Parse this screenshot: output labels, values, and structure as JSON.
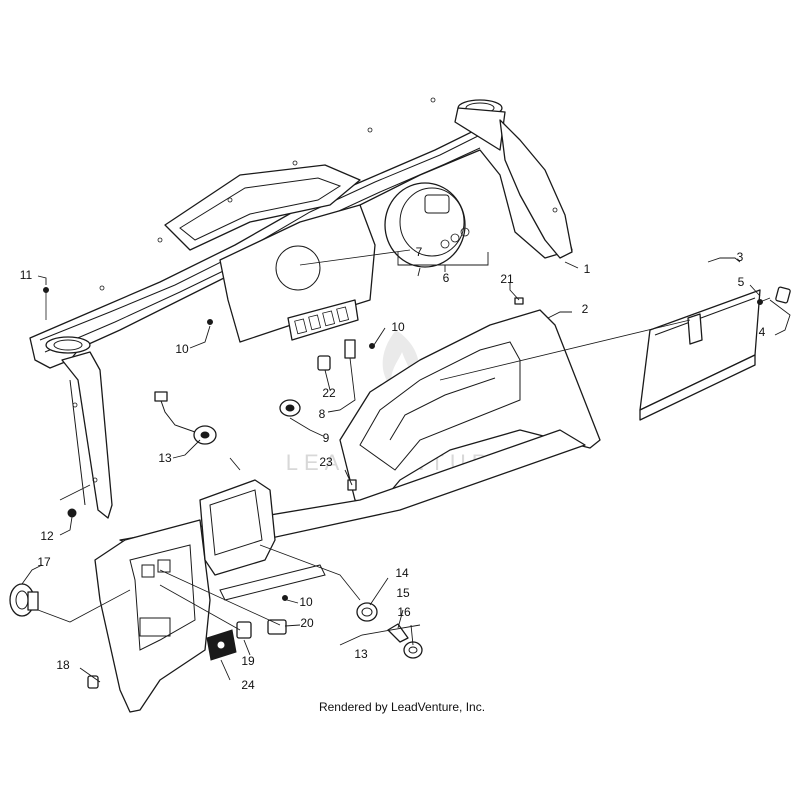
{
  "watermark": "LEADVENTURE",
  "credit": "Rendered by LeadVenture, Inc.",
  "callouts": [
    {
      "id": "1",
      "label": "1"
    },
    {
      "id": "2",
      "label": "2"
    },
    {
      "id": "3",
      "label": "3"
    },
    {
      "id": "4",
      "label": "4"
    },
    {
      "id": "5",
      "label": "5"
    },
    {
      "id": "6",
      "label": "6"
    },
    {
      "id": "7",
      "label": "7"
    },
    {
      "id": "8",
      "label": "8"
    },
    {
      "id": "9",
      "label": "9"
    },
    {
      "id": "10a",
      "label": "10"
    },
    {
      "id": "10b",
      "label": "10"
    },
    {
      "id": "10c",
      "label": "10"
    },
    {
      "id": "11",
      "label": "11"
    },
    {
      "id": "12",
      "label": "12"
    },
    {
      "id": "13a",
      "label": "13"
    },
    {
      "id": "13b",
      "label": "13"
    },
    {
      "id": "14",
      "label": "14"
    },
    {
      "id": "15",
      "label": "15"
    },
    {
      "id": "16",
      "label": "16"
    },
    {
      "id": "17",
      "label": "17"
    },
    {
      "id": "18",
      "label": "18"
    },
    {
      "id": "19",
      "label": "19"
    },
    {
      "id": "20",
      "label": "20"
    },
    {
      "id": "21",
      "label": "21"
    },
    {
      "id": "22",
      "label": "22"
    },
    {
      "id": "23",
      "label": "23"
    },
    {
      "id": "24",
      "label": "24"
    }
  ]
}
